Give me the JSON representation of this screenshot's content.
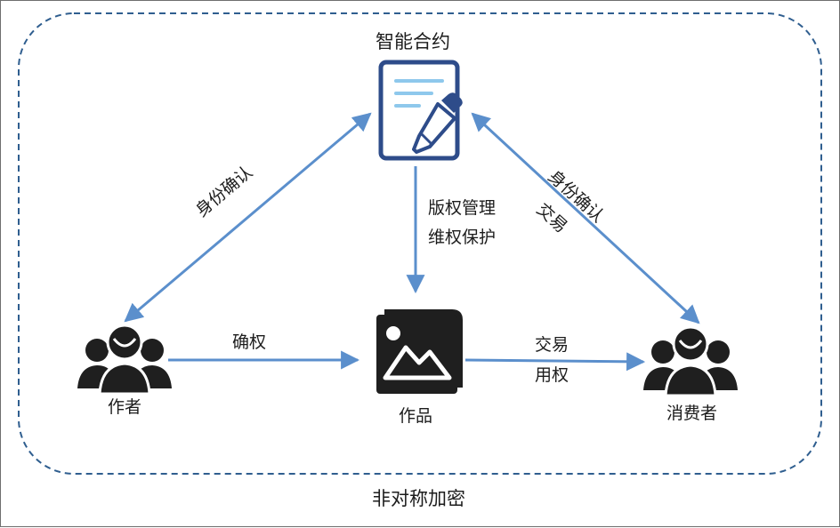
{
  "diagram": {
    "top_node": {
      "label": "智能合约",
      "icon": "contract-document-icon"
    },
    "left_node": {
      "label": "作者",
      "icon": "people-group-icon"
    },
    "center_node": {
      "label": "作品",
      "icon": "image-gallery-icon"
    },
    "right_node": {
      "label": "消费者",
      "icon": "people-group-icon"
    },
    "edges": {
      "left_diagonal": {
        "label": "身份确认"
      },
      "right_diagonal": {
        "line1": "身份确认",
        "line2": "交易"
      },
      "vertical": {
        "line1": "版权管理",
        "line2": "维权保护"
      },
      "author_to_work": {
        "label": "确权"
      },
      "work_to_consumer": {
        "line1": "交易",
        "line2": "用权"
      }
    },
    "boundary": {
      "label": "非对称加密"
    }
  },
  "colors": {
    "arrow": "#5b8fcc",
    "boundary_dash": "#2f5e8f",
    "icon_dark": "#1f1f1f",
    "document_outline": "#2e4c8a",
    "document_lines": "#8ec8ec"
  }
}
